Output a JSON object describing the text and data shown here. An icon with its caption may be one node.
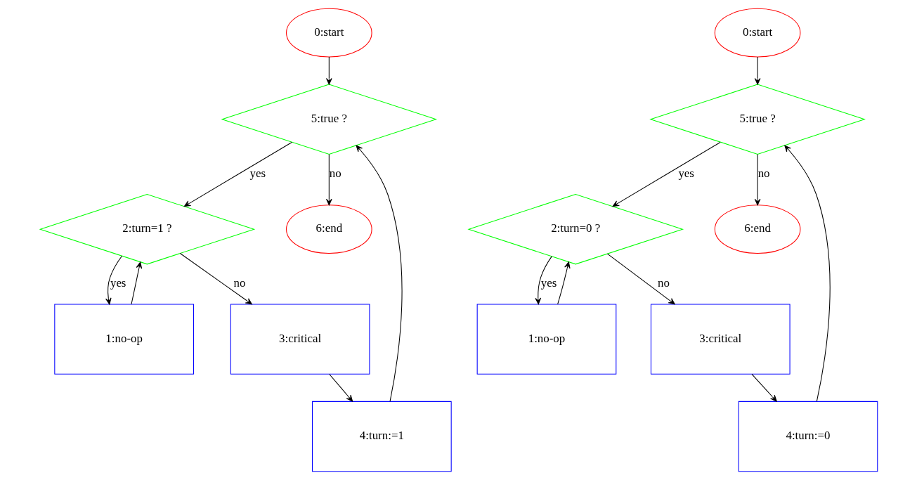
{
  "diagram": {
    "nodes": [
      {
        "text": [
          "0:start"
        ]
      },
      {
        "text": [
          "5:true ?"
        ]
      },
      {
        "text": [
          "2:turn=1 ?"
        ]
      },
      {
        "text": [
          "6:end"
        ]
      },
      {
        "text": [
          "1:no-op"
        ]
      },
      {
        "text": [
          "3:critical"
        ]
      },
      {
        "text": [
          "4:turn:=1"
        ]
      },
      {
        "text": [
          "0:start"
        ]
      },
      {
        "text": [
          "5:true ?"
        ]
      },
      {
        "text": [
          "2:turn=0 ?"
        ]
      },
      {
        "text": [
          "6:end"
        ]
      },
      {
        "text": [
          "1:no-op"
        ]
      },
      {
        "text": [
          "3:critical"
        ]
      },
      {
        "text": [
          "4:turn:=0"
        ]
      }
    ],
    "edges": [
      {
        "from": 0,
        "to": 1,
        "arrow": "to"
      },
      {
        "from": 1,
        "to": 2,
        "arrow": "to",
        "label": "yes"
      },
      {
        "from": 1,
        "to": 3,
        "arrow": "to",
        "label": "no"
      },
      {
        "from": 2,
        "to": 4,
        "arrow": "to",
        "label": "yes"
      },
      {
        "from": 4,
        "to": 2,
        "arrow": "to"
      },
      {
        "from": 2,
        "to": 5,
        "arrow": "to",
        "label": "no"
      },
      {
        "from": 5,
        "to": 6,
        "arrow": "to"
      },
      {
        "from": 6,
        "to": 1,
        "arrow": "to"
      },
      {
        "from": 7,
        "to": 8,
        "arrow": "to"
      },
      {
        "from": 8,
        "to": 9,
        "arrow": "to",
        "label": "yes"
      },
      {
        "from": 8,
        "to": 10,
        "arrow": "to",
        "label": "no"
      },
      {
        "from": 9,
        "to": 11,
        "arrow": "to",
        "label": "yes"
      },
      {
        "from": 11,
        "to": 9,
        "arrow": "to"
      },
      {
        "from": 9,
        "to": 12,
        "arrow": "to",
        "label": "no"
      },
      {
        "from": 12,
        "to": 13,
        "arrow": "to"
      },
      {
        "from": 13,
        "to": 8,
        "arrow": "to"
      }
    ]
  }
}
